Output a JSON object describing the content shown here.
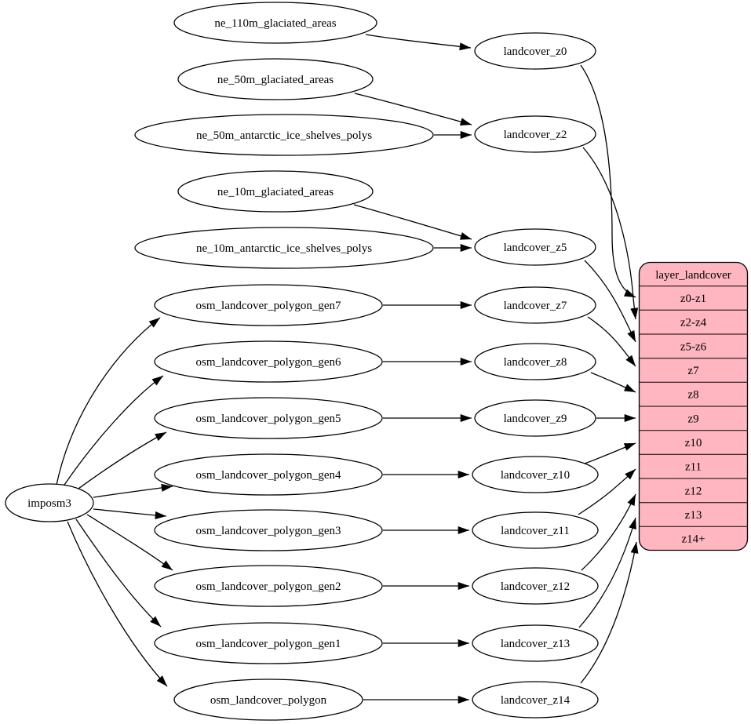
{
  "colors": {
    "record_fill": "#ffb6c1",
    "node_fill": "#ffffff",
    "stroke": "#000000"
  },
  "nodes": {
    "imposm3": "imposm3",
    "ne_110m_glaciated_areas": "ne_110m_glaciated_areas",
    "ne_50m_glaciated_areas": "ne_50m_glaciated_areas",
    "ne_50m_antarctic_ice_shelves_polys": "ne_50m_antarctic_ice_shelves_polys",
    "ne_10m_glaciated_areas": "ne_10m_glaciated_areas",
    "ne_10m_antarctic_ice_shelves_polys": "ne_10m_antarctic_ice_shelves_polys",
    "osm_landcover_polygon_gen7": "osm_landcover_polygon_gen7",
    "osm_landcover_polygon_gen6": "osm_landcover_polygon_gen6",
    "osm_landcover_polygon_gen5": "osm_landcover_polygon_gen5",
    "osm_landcover_polygon_gen4": "osm_landcover_polygon_gen4",
    "osm_landcover_polygon_gen3": "osm_landcover_polygon_gen3",
    "osm_landcover_polygon_gen2": "osm_landcover_polygon_gen2",
    "osm_landcover_polygon_gen1": "osm_landcover_polygon_gen1",
    "osm_landcover_polygon": "osm_landcover_polygon",
    "landcover_z0": "landcover_z0",
    "landcover_z2": "landcover_z2",
    "landcover_z5": "landcover_z5",
    "landcover_z7": "landcover_z7",
    "landcover_z8": "landcover_z8",
    "landcover_z9": "landcover_z9",
    "landcover_z10": "landcover_z10",
    "landcover_z11": "landcover_z11",
    "landcover_z12": "landcover_z12",
    "landcover_z13": "landcover_z13",
    "landcover_z14": "landcover_z14"
  },
  "record": {
    "title": "layer_landcover",
    "rows": [
      "z0-z1",
      "z2-z4",
      "z5-z6",
      "z7",
      "z8",
      "z9",
      "z10",
      "z11",
      "z12",
      "z13",
      "z14+"
    ]
  },
  "edges": [
    {
      "from": "imposm3",
      "to": "osm_landcover_polygon_gen7"
    },
    {
      "from": "imposm3",
      "to": "osm_landcover_polygon_gen6"
    },
    {
      "from": "imposm3",
      "to": "osm_landcover_polygon_gen5"
    },
    {
      "from": "imposm3",
      "to": "osm_landcover_polygon_gen4"
    },
    {
      "from": "imposm3",
      "to": "osm_landcover_polygon_gen3"
    },
    {
      "from": "imposm3",
      "to": "osm_landcover_polygon_gen2"
    },
    {
      "from": "imposm3",
      "to": "osm_landcover_polygon_gen1"
    },
    {
      "from": "imposm3",
      "to": "osm_landcover_polygon"
    },
    {
      "from": "ne_110m_glaciated_areas",
      "to": "landcover_z0"
    },
    {
      "from": "ne_50m_glaciated_areas",
      "to": "landcover_z2"
    },
    {
      "from": "ne_50m_antarctic_ice_shelves_polys",
      "to": "landcover_z2"
    },
    {
      "from": "ne_10m_glaciated_areas",
      "to": "landcover_z5"
    },
    {
      "from": "ne_10m_antarctic_ice_shelves_polys",
      "to": "landcover_z5"
    },
    {
      "from": "osm_landcover_polygon_gen7",
      "to": "landcover_z7"
    },
    {
      "from": "osm_landcover_polygon_gen6",
      "to": "landcover_z8"
    },
    {
      "from": "osm_landcover_polygon_gen5",
      "to": "landcover_z9"
    },
    {
      "from": "osm_landcover_polygon_gen4",
      "to": "landcover_z10"
    },
    {
      "from": "osm_landcover_polygon_gen3",
      "to": "landcover_z11"
    },
    {
      "from": "osm_landcover_polygon_gen2",
      "to": "landcover_z12"
    },
    {
      "from": "osm_landcover_polygon_gen1",
      "to": "landcover_z13"
    },
    {
      "from": "osm_landcover_polygon",
      "to": "landcover_z14"
    },
    {
      "from": "landcover_z0",
      "to": "layer_landcover:z0-z1"
    },
    {
      "from": "landcover_z2",
      "to": "layer_landcover:z2-z4"
    },
    {
      "from": "landcover_z5",
      "to": "layer_landcover:z5-z6"
    },
    {
      "from": "landcover_z7",
      "to": "layer_landcover:z7"
    },
    {
      "from": "landcover_z8",
      "to": "layer_landcover:z8"
    },
    {
      "from": "landcover_z9",
      "to": "layer_landcover:z9"
    },
    {
      "from": "landcover_z10",
      "to": "layer_landcover:z10"
    },
    {
      "from": "landcover_z11",
      "to": "layer_landcover:z11"
    },
    {
      "from": "landcover_z12",
      "to": "layer_landcover:z12"
    },
    {
      "from": "landcover_z13",
      "to": "layer_landcover:z13"
    },
    {
      "from": "landcover_z14",
      "to": "layer_landcover:z14+"
    }
  ]
}
